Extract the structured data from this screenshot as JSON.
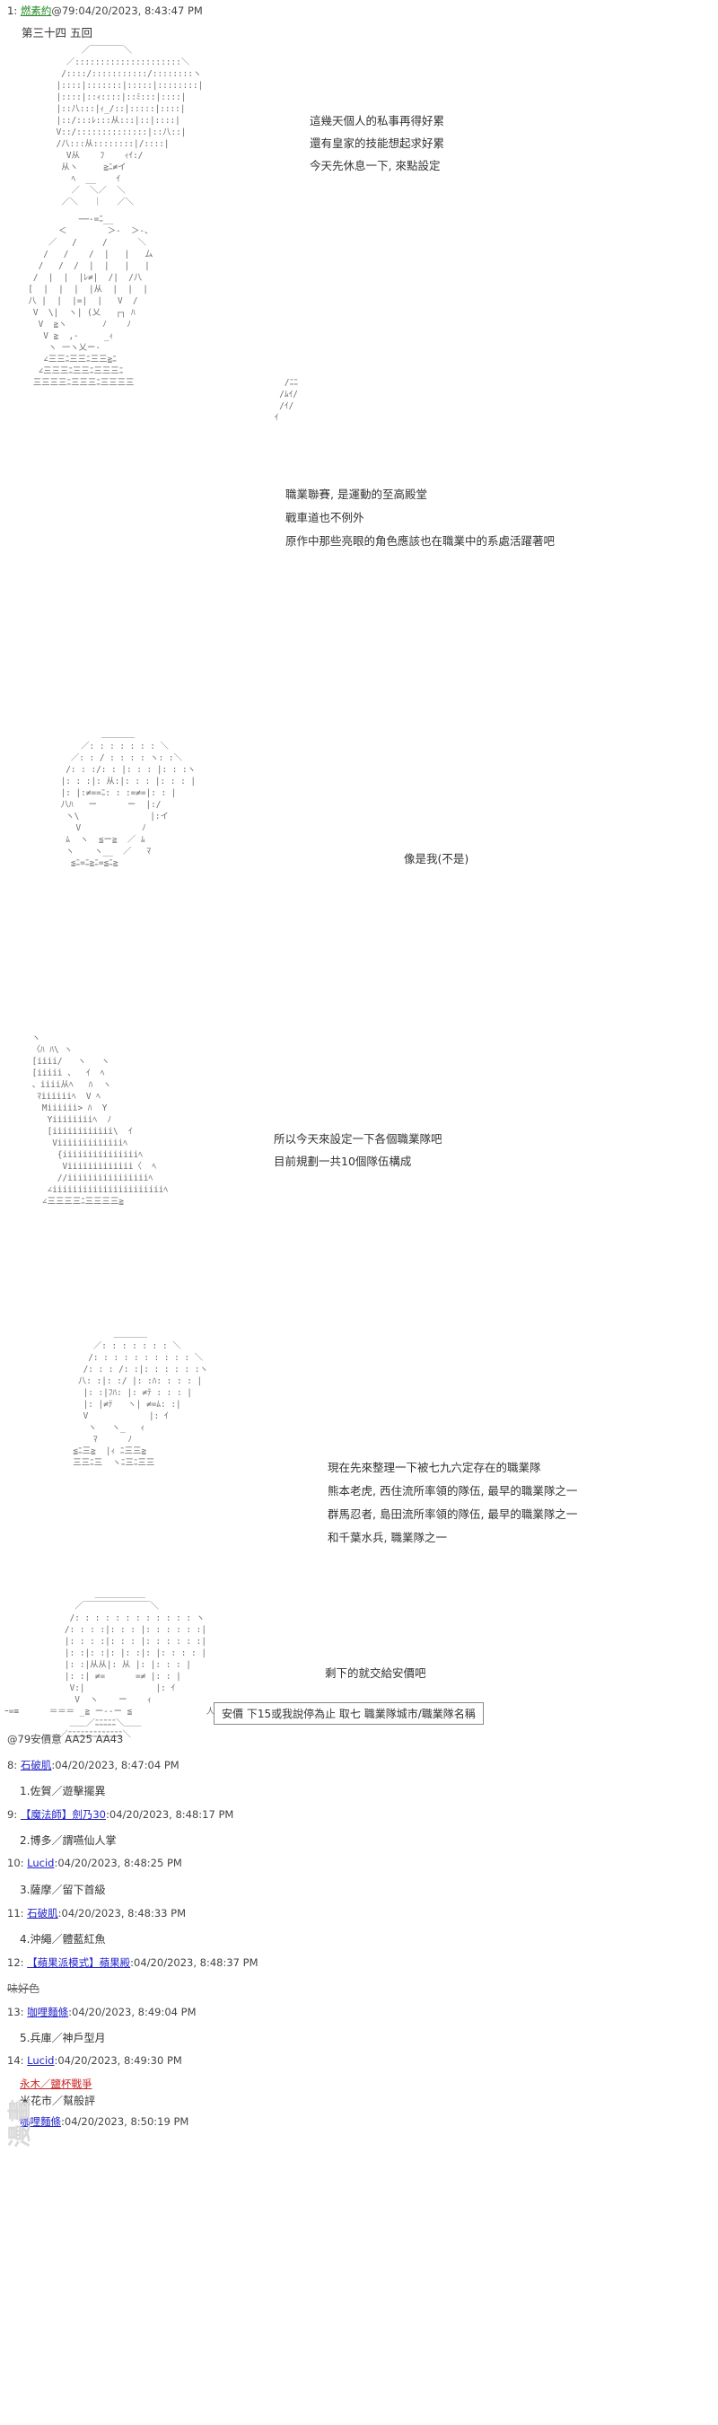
{
  "post1": {
    "header": {
      "num": "1",
      "name": "燃素約",
      "id": "79",
      "date": "04/20/2023, 8:43:47 PM"
    },
    "chapter": "第三十四 五回",
    "panels": [
      {
        "lines": [
          "這幾天個人的私事再得好累",
          "還有皇家的技能想起求好累",
          "今天先休息一下, 來點設定"
        ]
      },
      {
        "lines": [
          "職業聯賽, 是運動的至高殿堂",
          "戰車道也不例外",
          "原作中那些亮眼的角色應該也在職業中的系處活躍著吧"
        ]
      },
      {
        "lines": [
          "像是我(不是)"
        ]
      },
      {
        "lines": [
          "所以今天來設定一下各個職業隊吧",
          "目前規劃一共10個隊伍構成"
        ]
      },
      {
        "lines": [
          "現在先來整理一下被七九六定存在的職業隊",
          "熊本老虎, 西住流所率領的隊伍, 最早的職業隊之一",
          "群馬忍者, 島田流所率領的隊伍, 最早的職業隊之一",
          "和千葉水兵, 職業隊之一"
        ]
      },
      {
        "lines": [
          "剩下的就交給安價吧"
        ]
      }
    ],
    "anchor_box": "安價 下15或我說停為止 取七 職業隊城市/職業隊名稱",
    "footer_tags": "@79安價意 AA25 AA43"
  },
  "replies": [
    {
      "num": "8",
      "name": "石破肌",
      "color": "blue",
      "date": "04/20/2023, 8:47:04 PM",
      "body": "1.佐賀／遊擊擺異"
    },
    {
      "num": "9",
      "name": "【魔法師】劍乃30",
      "color": "blue",
      "date": "04/20/2023, 8:48:17 PM",
      "body": "2.博多／謂嚥仙人掌"
    },
    {
      "num": "10",
      "name": "Lucid",
      "color": "blue",
      "date": "04/20/2023, 8:48:25 PM",
      "body": "3.薩摩／留下首級"
    },
    {
      "num": "11",
      "name": "石破肌",
      "color": "blue",
      "date": "04/20/2023, 8:48:33 PM",
      "body": "4.沖繩／體藍紅魚"
    },
    {
      "num": "12",
      "name": "【蘋果派模式】蘋果殿",
      "color": "blue",
      "date": "04/20/2023, 8:48:37 PM",
      "body": "",
      "struck": "味好色"
    },
    {
      "num": "13",
      "name": "咖哩麵條",
      "color": "blue",
      "date": "04/20/2023, 8:49:04 PM",
      "body": "5.兵庫／神戶型月"
    },
    {
      "num": "14",
      "name": "Lucid",
      "color": "blue",
      "date": "04/20/2023, 8:49:30 PM",
      "body": ""
    },
    {
      "num": "",
      "name": "永木／鹽杯戰爭",
      "color": "red",
      "date": "",
      "body": "米花市／幫般評"
    },
    {
      "num": "",
      "name": "咖哩麵條",
      "color": "blue",
      "date": "04/20/2023, 8:50:19 PM",
      "body": ""
    }
  ],
  "watermark": "漫畫"
}
